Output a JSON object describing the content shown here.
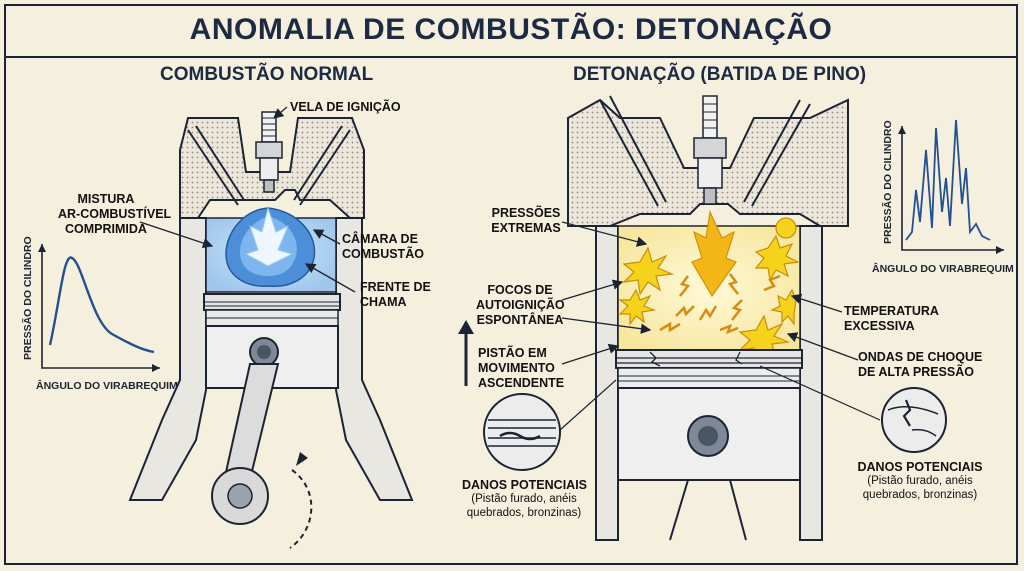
{
  "title": "ANOMALIA DE COMBUSTÃO: DETONAÇÃO",
  "normal": {
    "heading": "COMBUSTÃO NORMAL",
    "spark_plug": "VELA DE IGNIÇÃO",
    "mixture": [
      "MISTURA",
      "AR-COMBUSTÍVEL",
      "COMPRIMIDA"
    ],
    "chamber": [
      "CÂMARA DE",
      "COMBUSTÃO"
    ],
    "flame_front": [
      "FRENTE DE",
      "CHAMA"
    ],
    "graph_ylabel": "PRESSÃO DO CILINDRO",
    "graph_xlabel": "ÂNGULO DO VIRABREQUIM"
  },
  "detonation": {
    "heading": "DETONAÇÃO (BATIDA DE PINO)",
    "extreme_pressure": [
      "PRESSÕES",
      "EXTREMAS"
    ],
    "autoignition": [
      "FOCOS DE",
      "AUTOIGNIÇÃO",
      "ESPONTÂNEA"
    ],
    "piston_up": [
      "PISTÃO EM",
      "MOVIMENTO",
      "ASCENDENTE"
    ],
    "damage_left_title": "DANOS POTENCIAIS",
    "damage_left_detail": [
      "(Pistão furado, anéis",
      "quebrados, bronzinas)"
    ],
    "temperature": [
      "TEMPERATURA",
      "EXCESSIVA"
    ],
    "shock_waves": [
      "ONDAS DE CHOQUE",
      "DE ALTA PRESSÃO"
    ],
    "damage_right_title": "DANOS POTENCIAIS",
    "damage_right_detail": [
      "(Pistão furado, anéis",
      "quebrados, bronzinas)"
    ],
    "graph_ylabel": "PRESSÃO DO CILINDRO",
    "graph_xlabel": "ÂNGULO DO VIRABREQUIM"
  },
  "colors": {
    "ink": "#1c2433",
    "paper": "#f5efdd",
    "steel": "#e6e6e2",
    "blue_flame": "#3a7fd0",
    "yellow_burst": "#f5c91a",
    "curve": "#23508f"
  }
}
